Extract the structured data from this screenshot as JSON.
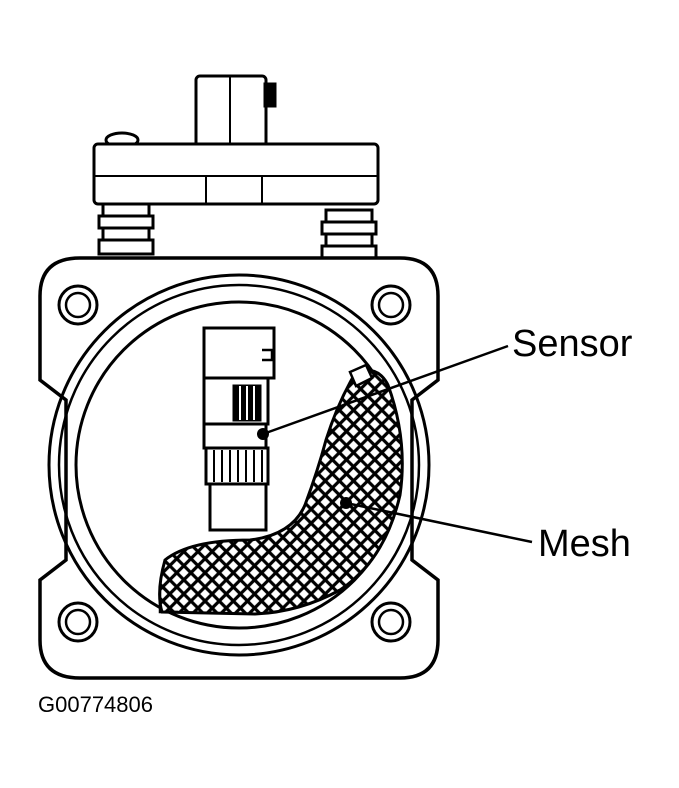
{
  "labels": {
    "sensor": "Sensor",
    "mesh": "Mesh",
    "figure_id": "G00774806"
  },
  "colors": {
    "ink": "#000000",
    "paper": "#ffffff"
  }
}
